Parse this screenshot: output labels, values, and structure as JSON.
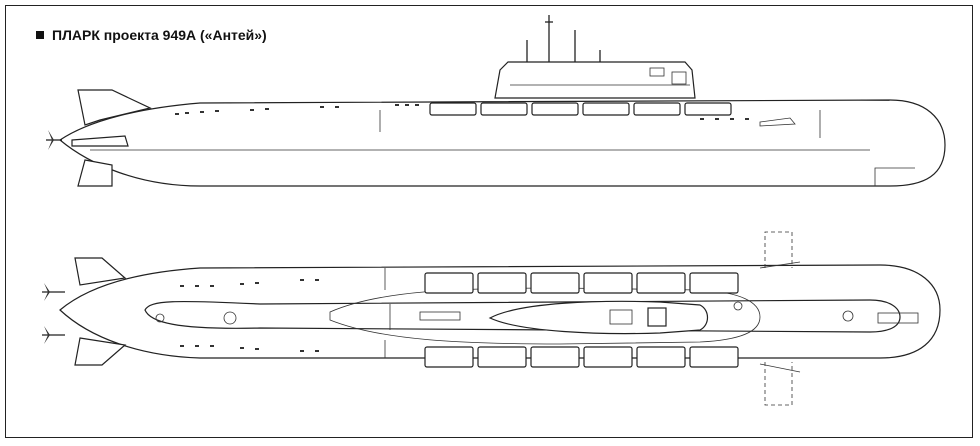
{
  "title": "ПЛАРК проекта 949А («Антей»)",
  "views": {
    "side": "side-profile",
    "top": "plan-view"
  }
}
